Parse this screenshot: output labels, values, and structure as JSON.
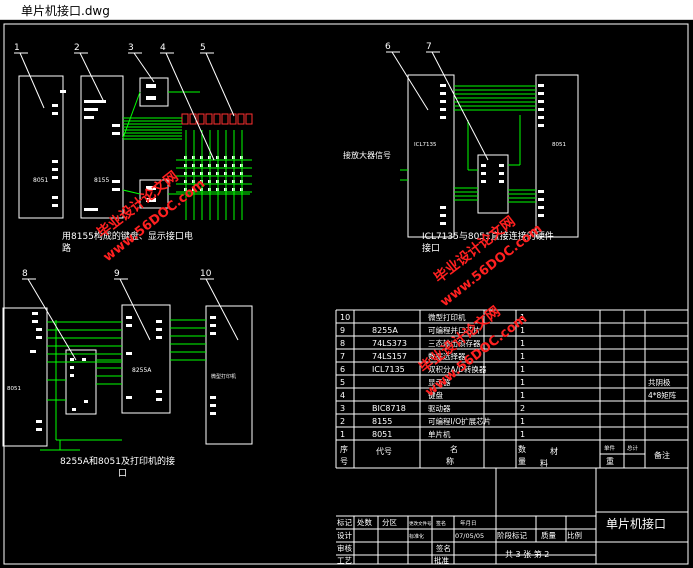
{
  "window": {
    "title": "单片机接口.dwg"
  },
  "colors": {
    "background": "#000000",
    "lines": "#ffffff",
    "wires": "#00ff00",
    "chips": "#ff3030",
    "watermark": "#ff2020"
  },
  "callouts": [
    "1",
    "2",
    "3",
    "4",
    "5",
    "6",
    "7",
    "8",
    "9",
    "10"
  ],
  "chip_labels": {
    "c8051_a": "8051",
    "c8155": "8155",
    "icl7135": "ICL7135",
    "c8051_b": "8051",
    "c8051_c": "8051",
    "c8255": "8255A",
    "printer": "微型打印机"
  },
  "signal_label": "接放大器信号",
  "captions": {
    "top_left": [
      "用8155构成的键盘、显示接口电",
      "路"
    ],
    "top_right": [
      "ICL7135与8051直接连接的硬件",
      "接口"
    ],
    "bottom_left": [
      "8255A和8051及打印机的接",
      "口"
    ]
  },
  "watermarks": [
    {
      "site": "毕业设计论文网",
      "url": "www.56DOC.com"
    },
    {
      "site": "毕业设计论文网",
      "url": "www.56DOC.com"
    },
    {
      "site": "毕业设计论文网",
      "url": "www.56DOC.com"
    }
  ],
  "parts_list": [
    {
      "seq": "10",
      "code": "",
      "name": "微型打印机",
      "qty": "1",
      "note": ""
    },
    {
      "seq": "9",
      "code": "8255A",
      "name": "可编程并口芯片",
      "qty": "1",
      "note": ""
    },
    {
      "seq": "8",
      "code": "74LS373",
      "name": "三态输出锁存器",
      "qty": "1",
      "note": ""
    },
    {
      "seq": "7",
      "code": "74LS157",
      "name": "数据选择器",
      "qty": "1",
      "note": ""
    },
    {
      "seq": "6",
      "code": "ICL7135",
      "name": "双积分A/D转换器",
      "qty": "1",
      "note": ""
    },
    {
      "seq": "5",
      "code": "",
      "name": "显示器",
      "qty": "1",
      "note": "共阴极"
    },
    {
      "seq": "4",
      "code": "",
      "name": "键盘",
      "qty": "1",
      "note": "4*8矩阵"
    },
    {
      "seq": "3",
      "code": "BIC8718",
      "name": "驱动器",
      "qty": "2",
      "note": ""
    },
    {
      "seq": "2",
      "code": "8155",
      "name": "可编程I/O扩展芯片",
      "qty": "1",
      "note": ""
    },
    {
      "seq": "1",
      "code": "8051",
      "name": "单片机",
      "qty": "1",
      "note": ""
    }
  ],
  "table_header": {
    "seq": "序号",
    "code": "代号",
    "name": "名称",
    "qty": "数量",
    "material": "材料",
    "unit": "单件",
    "total": "总计",
    "weight": "重量",
    "note": "备注"
  },
  "title_block": {
    "drawing_title": "单片机接口",
    "mark": "标记",
    "count": "处数",
    "zone": "分区",
    "change_doc": "更改文件号",
    "signature": "签名",
    "date": "年月日",
    "design": "设计",
    "standardize": "标准化",
    "design_date": "07/05/05",
    "stage_mark": "阶段标记",
    "mass": "质量",
    "scale": "比例",
    "review": "审核",
    "process": "工艺",
    "approve": "批准",
    "sign2": "签名",
    "sheets": "共 3 张  第 2"
  }
}
